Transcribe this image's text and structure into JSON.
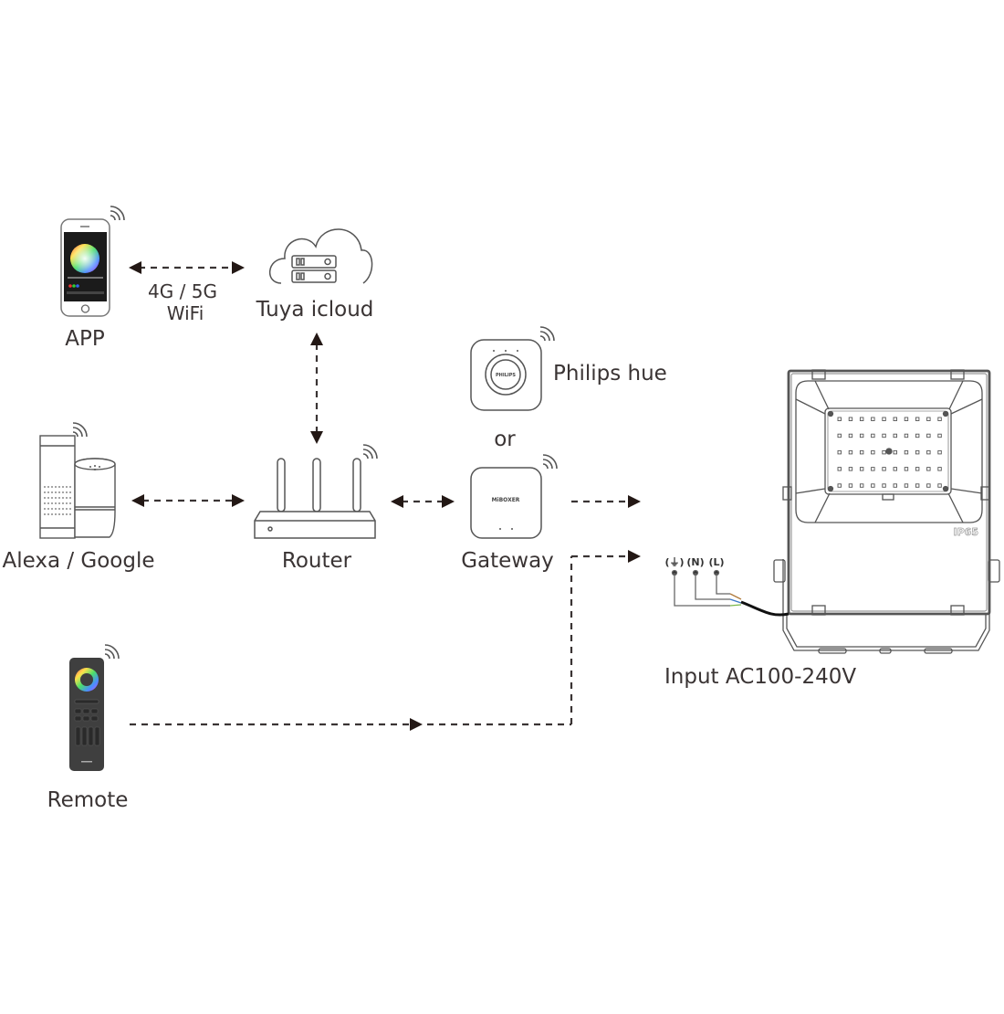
{
  "nodes": {
    "app": {
      "label": "APP",
      "icon": "smartphone-app"
    },
    "cloud": {
      "label": "Tuya icloud",
      "icon": "cloud-server"
    },
    "link_app_cloud": {
      "line1": "4G / 5G",
      "line2": "WiFi"
    },
    "assistant": {
      "label": "Alexa / Google",
      "icon": "smart-speakers"
    },
    "router": {
      "label": "Router",
      "icon": "wifi-router"
    },
    "philips": {
      "label": "Philips hue",
      "icon": "philips-hue-bridge",
      "brand_text": "PHILIPS"
    },
    "or_text": "or",
    "gateway": {
      "label": "Gateway",
      "icon": "miboxer-gateway",
      "brand_text": "MiBOXER"
    },
    "remote": {
      "label": "Remote",
      "icon": "rgb-remote"
    },
    "floodlight": {
      "label": "Input AC100-240V",
      "icon": "led-floodlight",
      "rating": "IP65"
    }
  },
  "wiring": {
    "terminals": [
      "(⏚)",
      "(N)",
      "(L)"
    ]
  },
  "colors": {
    "line": "#3a3434",
    "arrow": "#231815",
    "wire_brown": "#b07a3a",
    "wire_blue": "#3a78c8",
    "wire_green": "#7ab84a"
  }
}
